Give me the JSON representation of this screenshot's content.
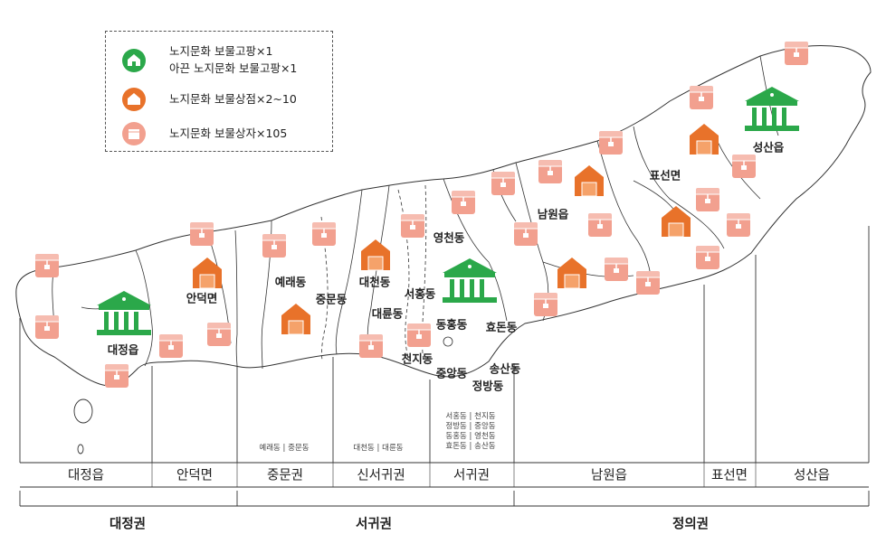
{
  "legend": {
    "items": [
      {
        "icon": "museum-green-icon",
        "color": "#2ba84a",
        "lines": [
          "노지문화 보물고팡×1",
          "아끈 노지문화 보물고팡×1"
        ]
      },
      {
        "icon": "store-orange-icon",
        "color": "#e8722a",
        "lines": [
          "노지문화 보물상점×2~10"
        ]
      },
      {
        "icon": "box-pink-icon",
        "color": "#f2a08f",
        "lines": [
          "노지문화 보물상자×105"
        ]
      }
    ]
  },
  "places": {
    "daejeong": "대정읍",
    "andeok": "안덕면",
    "yerae": "예래동",
    "jungmun": "중문동",
    "daecheon": "대천동",
    "daeryun": "대륜동",
    "yeongcheon": "영천동",
    "seohong": "서홍동",
    "donghong": "동홍동",
    "hyodon": "효돈동",
    "cheonji": "천지동",
    "jungang": "중앙동",
    "songsan": "송산동",
    "jeongbang": "정방동",
    "namwon": "남원읍",
    "pyoseon": "표선면",
    "seongsan": "성산읍"
  },
  "subnotes": {
    "jungmun": "예래동 | 중문동",
    "sinseogwi": "대천동 | 대륜동",
    "seogwi": [
      "서홍동 | 천지동",
      "정방동 | 중앙동",
      "동홍동 | 영천동",
      "효돈동 | 송산동"
    ]
  },
  "strip": [
    "대정읍",
    "안덕면",
    "중문권",
    "신서귀권",
    "서귀권",
    "남원읍",
    "표선면",
    "성산읍"
  ],
  "groups": [
    "대정권",
    "서귀권",
    "정의권"
  ],
  "colors": {
    "green": "#2ba84a",
    "orange": "#e8722a",
    "pink": "#f2a08f",
    "line": "#333333"
  }
}
